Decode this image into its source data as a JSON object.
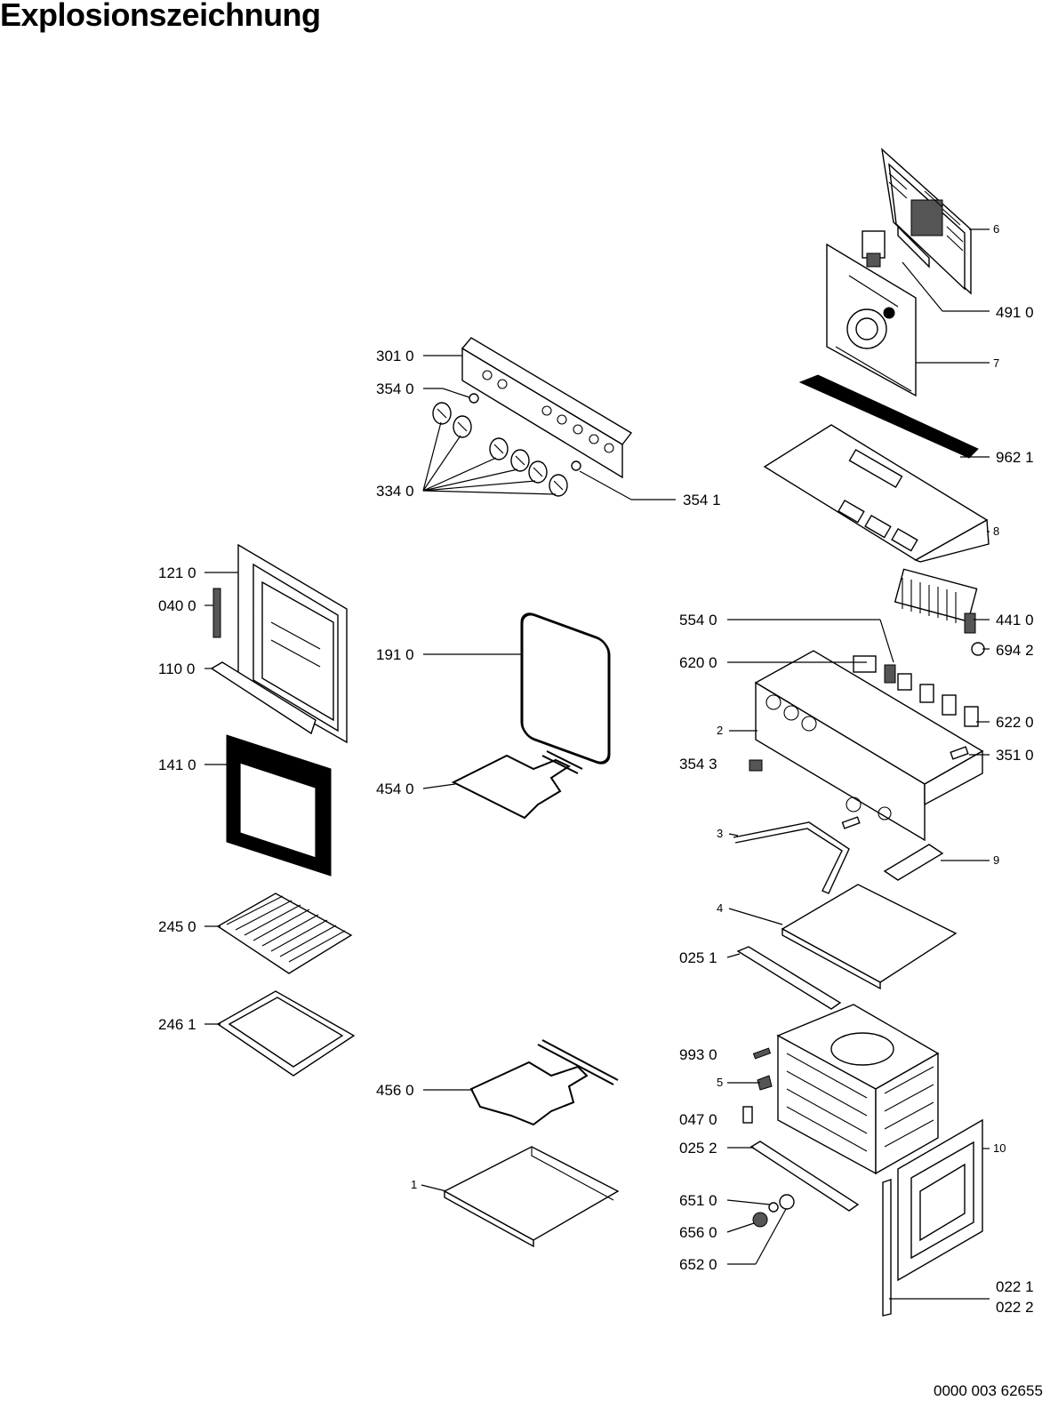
{
  "title": "Explosionszeichnung",
  "document_id": "0000 003 62655",
  "parts": {
    "p301_0": "301 0",
    "p354_0": "354 0",
    "p334_0": "334 0",
    "p354_1": "354 1",
    "p121_0": "121 0",
    "p040_0": "040 0",
    "p110_0": "110 0",
    "p141_0": "141 0",
    "p245_0": "245 0",
    "p246_1": "246 1",
    "p191_0": "191 0",
    "p454_0": "454 0",
    "p456_0": "456 0",
    "p1": "1",
    "p6": "6",
    "p491_0": "491 0",
    "p7": "7",
    "p962_1": "962 1",
    "p8": "8",
    "p441_0": "441 0",
    "p694_2": "694 2",
    "p554_0": "554 0",
    "p620_0": "620 0",
    "p622_0": "622 0",
    "p2": "2",
    "p354_3": "354 3",
    "p351_0": "351 0",
    "p3": "3",
    "p9": "9",
    "p4": "4",
    "p025_1": "025 1",
    "p993_0": "993 0",
    "p5": "5",
    "p047_0": "047 0",
    "p025_2": "025 2",
    "p10": "10",
    "p651_0": "651 0",
    "p656_0": "656 0",
    "p652_0": "652 0",
    "p022_1": "022 1",
    "p022_2": "022 2"
  }
}
